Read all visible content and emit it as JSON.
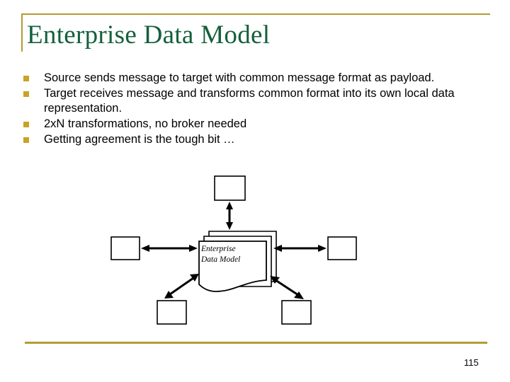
{
  "slide": {
    "title": "Enterprise Data Model",
    "page_number": "115",
    "accent_color": "#b49b35",
    "title_color": "#14603c",
    "bullet_color": "#c9a227",
    "bullets": [
      "Source sends message to target with common message format as payload.",
      "Target receives message and transforms common format into its own local data representation.",
      "2xN transformations, no broker needed",
      "Getting agreement is the tough bit …"
    ]
  },
  "diagram": {
    "type": "hub-and-spoke",
    "center_label_line1": "Enterprise",
    "center_label_line2": "Data Model",
    "center_shape": "document-stack",
    "stroke_color": "#000000",
    "fill_color": "#ffffff",
    "nodes": [
      {
        "name": "node-top",
        "label": ""
      },
      {
        "name": "node-left",
        "label": ""
      },
      {
        "name": "node-right",
        "label": ""
      },
      {
        "name": "node-bottom-left",
        "label": ""
      },
      {
        "name": "node-bottom-right",
        "label": ""
      }
    ],
    "connectors": [
      {
        "name": "connector-top",
        "style": "double-arrow"
      },
      {
        "name": "connector-left",
        "style": "double-arrow"
      },
      {
        "name": "connector-right",
        "style": "double-arrow"
      },
      {
        "name": "connector-bottom-left",
        "style": "double-arrow"
      },
      {
        "name": "connector-bottom-right",
        "style": "double-arrow"
      }
    ]
  }
}
